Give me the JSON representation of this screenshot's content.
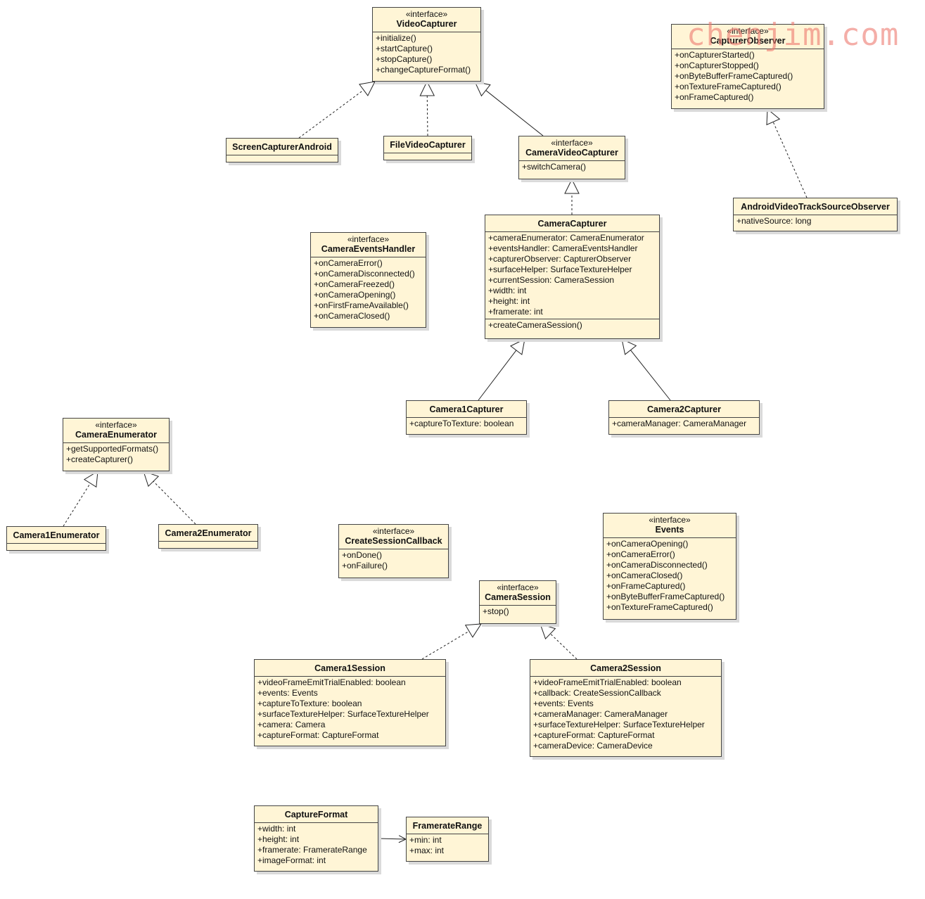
{
  "classes": {
    "video_capturer": {
      "stereotype": "«interface»",
      "name": "VideoCapturer",
      "attributes": [],
      "methods": [
        "+initialize()",
        "+startCapture()",
        "+stopCapture()",
        "+changeCaptureFormat()"
      ]
    },
    "capturer_observer": {
      "stereotype": "«interface»",
      "name": "CapturerObserver",
      "attributes": [],
      "methods": [
        "+onCapturerStarted()",
        "+onCapturerStopped()",
        "+onByteBufferFrameCaptured()",
        "+onTextureFrameCaptured()",
        "+onFrameCaptured()"
      ]
    },
    "screen_capturer_android": {
      "stereotype": "",
      "name": "ScreenCapturerAndroid",
      "attributes": [],
      "methods": []
    },
    "file_video_capturer": {
      "stereotype": "",
      "name": "FileVideoCapturer",
      "attributes": [],
      "methods": []
    },
    "camera_video_capturer": {
      "stereotype": "«interface»",
      "name": "CameraVideoCapturer",
      "attributes": [],
      "methods": [
        "+switchCamera()"
      ]
    },
    "android_video_track_source_observer": {
      "stereotype": "",
      "name": "AndroidVideoTrackSourceObserver",
      "attributes": [
        "+nativeSource: long"
      ],
      "methods": []
    },
    "camera_events_handler": {
      "stereotype": "«interface»",
      "name": "CameraEventsHandler",
      "attributes": [],
      "methods": [
        "+onCameraError()",
        "+onCameraDisconnected()",
        "+onCameraFreezed()",
        "+onCameraOpening()",
        "+onFirstFrameAvailable()",
        "+onCameraClosed()"
      ]
    },
    "camera_capturer": {
      "stereotype": "",
      "name": "CameraCapturer",
      "attributes": [
        "+cameraEnumerator: CameraEnumerator",
        "+eventsHandler: CameraEventsHandler",
        "+capturerObserver: CapturerObserver",
        "+surfaceHelper: SurfaceTextureHelper",
        "+currentSession: CameraSession",
        "+width: int",
        "+height: int",
        "+framerate: int"
      ],
      "methods": [
        "+createCameraSession()"
      ]
    },
    "camera1_capturer": {
      "stereotype": "",
      "name": "Camera1Capturer",
      "attributes": [
        "+captureToTexture: boolean"
      ],
      "methods": []
    },
    "camera2_capturer": {
      "stereotype": "",
      "name": "Camera2Capturer",
      "attributes": [
        "+cameraManager: CameraManager"
      ],
      "methods": []
    },
    "camera_enumerator": {
      "stereotype": "«interface»",
      "name": "CameraEnumerator",
      "attributes": [],
      "methods": [
        "+getSupportedFormats()",
        "+createCapturer()"
      ]
    },
    "camera1_enumerator": {
      "stereotype": "",
      "name": "Camera1Enumerator",
      "attributes": [],
      "methods": []
    },
    "camera2_enumerator": {
      "stereotype": "",
      "name": "Camera2Enumerator",
      "attributes": [],
      "methods": []
    },
    "create_session_callback": {
      "stereotype": "«interface»",
      "name": "CreateSessionCallback",
      "attributes": [],
      "methods": [
        "+onDone()",
        "+onFailure()"
      ]
    },
    "events": {
      "stereotype": "«interface»",
      "name": "Events",
      "attributes": [],
      "methods": [
        "+onCameraOpening()",
        "+onCameraError()",
        "+onCameraDisconnected()",
        "+onCameraClosed()",
        "+onFrameCaptured()",
        "+onByteBufferFrameCaptured()",
        "+onTextureFrameCaptured()"
      ]
    },
    "camera_session": {
      "stereotype": "«interface»",
      "name": "CameraSession",
      "attributes": [],
      "methods": [
        "+stop()"
      ]
    },
    "camera1_session": {
      "stereotype": "",
      "name": "Camera1Session",
      "attributes": [
        "+videoFrameEmitTrialEnabled: boolean",
        "+events: Events",
        "+captureToTexture: boolean",
        "+surfaceTextureHelper: SurfaceTextureHelper",
        "+camera: Camera",
        "+captureFormat: CaptureFormat"
      ],
      "methods": []
    },
    "camera2_session": {
      "stereotype": "",
      "name": "Camera2Session",
      "attributes": [
        "+videoFrameEmitTrialEnabled: boolean",
        "+callback: CreateSessionCallback",
        "+events: Events",
        "+cameraManager: CameraManager",
        "+surfaceTextureHelper: SurfaceTextureHelper",
        "+captureFormat: CaptureFormat",
        "+cameraDevice: CameraDevice"
      ],
      "methods": []
    },
    "capture_format": {
      "stereotype": "",
      "name": "CaptureFormat",
      "attributes": [
        "+width: int",
        "+height: int",
        "+framerate: FramerateRange",
        "+imageFormat: int"
      ],
      "methods": []
    },
    "framerate_range": {
      "stereotype": "",
      "name": "FramerateRange",
      "attributes": [
        "+min: int",
        "+max: int"
      ],
      "methods": []
    }
  },
  "relations": [
    {
      "from": "screen_capturer_android",
      "to": "video_capturer",
      "kind": "realization"
    },
    {
      "from": "file_video_capturer",
      "to": "video_capturer",
      "kind": "realization"
    },
    {
      "from": "camera_video_capturer",
      "to": "video_capturer",
      "kind": "generalization"
    },
    {
      "from": "camera_capturer",
      "to": "camera_video_capturer",
      "kind": "realization"
    },
    {
      "from": "camera1_capturer",
      "to": "camera_capturer",
      "kind": "generalization"
    },
    {
      "from": "camera2_capturer",
      "to": "camera_capturer",
      "kind": "generalization"
    },
    {
      "from": "android_video_track_source_observer",
      "to": "capturer_observer",
      "kind": "realization"
    },
    {
      "from": "camera1_enumerator",
      "to": "camera_enumerator",
      "kind": "realization"
    },
    {
      "from": "camera2_enumerator",
      "to": "camera_enumerator",
      "kind": "realization"
    },
    {
      "from": "camera1_session",
      "to": "camera_session",
      "kind": "realization"
    },
    {
      "from": "camera2_session",
      "to": "camera_session",
      "kind": "realization"
    },
    {
      "from": "capture_format",
      "to": "framerate_range",
      "kind": "association"
    }
  ],
  "watermark": "chenjim.com",
  "colors": {
    "class_fill": "#fff5d6",
    "border": "#444444",
    "shadow": "#dadada",
    "watermark": "#ec786e"
  }
}
